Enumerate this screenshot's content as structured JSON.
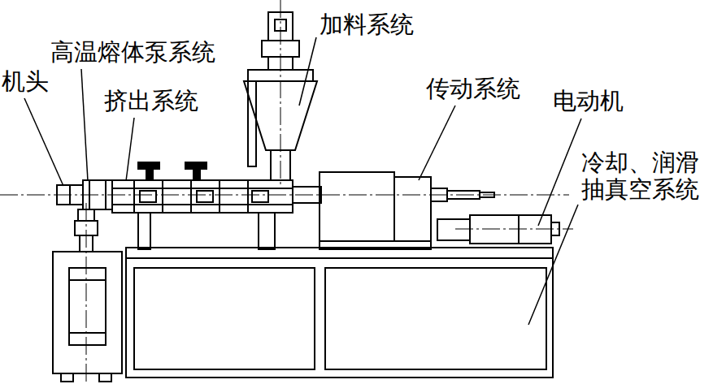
{
  "diagram": {
    "labels": [
      "机头",
      "高温熔体泵系统",
      "挤出系统",
      "加料系统",
      "传动系统",
      "电动机",
      "冷却、润滑 抽真空系统"
    ]
  }
}
